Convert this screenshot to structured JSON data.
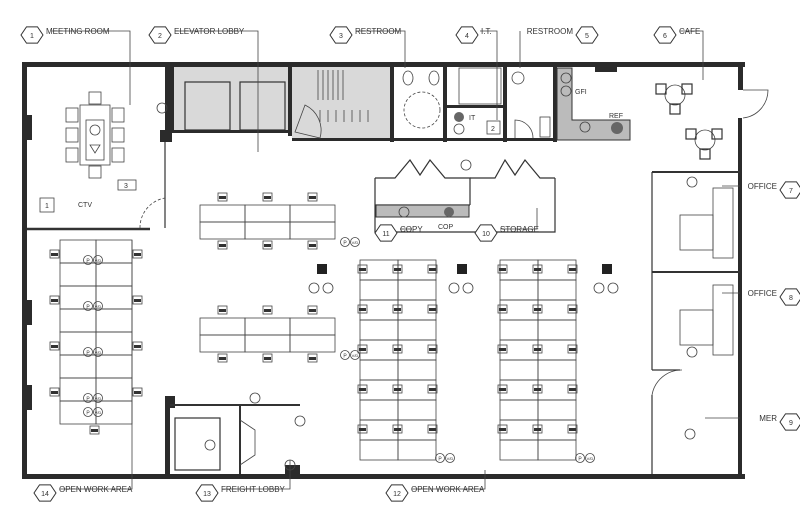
{
  "title": "Office Floor Plan",
  "rooms": [
    {
      "num": "1",
      "name": "MEETING ROOM"
    },
    {
      "num": "2",
      "name": "ELEVATOR LOBBY"
    },
    {
      "num": "3",
      "name": "RESTROOM"
    },
    {
      "num": "4",
      "name": "I.T."
    },
    {
      "num": "5",
      "name": "RESTROOM"
    },
    {
      "num": "6",
      "name": "CAFE"
    },
    {
      "num": "7",
      "name": "OFFICE"
    },
    {
      "num": "8",
      "name": "OFFICE"
    },
    {
      "num": "9",
      "name": "MER"
    },
    {
      "num": "10",
      "name": "STORAGE"
    },
    {
      "num": "11",
      "name": "COPY"
    },
    {
      "num": "12",
      "name": "OPEN WORK AREA"
    },
    {
      "num": "13",
      "name": "FREIGHT LOBBY"
    },
    {
      "num": "14",
      "name": "OPEN WORK AREA"
    }
  ],
  "tags": {
    "ctv": "CTV",
    "gfi": "GFI",
    "ref": "REF",
    "it": "IT",
    "cop": "COP",
    "box1": "1",
    "box2": "2",
    "box3": "3"
  },
  "symbols": {
    "power": "P",
    "voice_data": "V/D"
  }
}
